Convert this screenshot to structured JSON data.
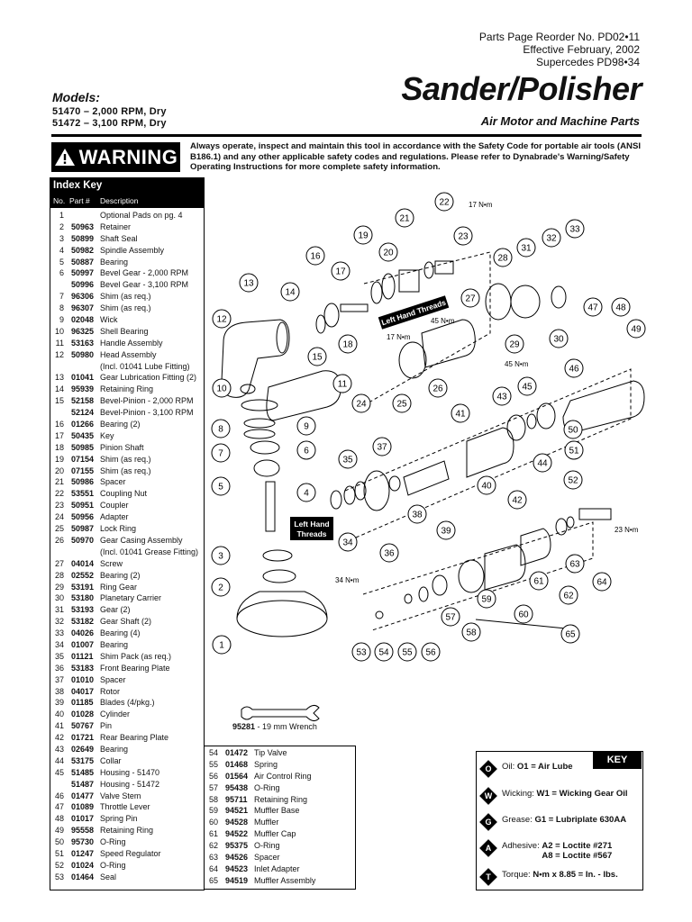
{
  "header": {
    "reorder": "Parts Page Reorder No. PD02•11",
    "effective": "Effective February, 2002",
    "supercedes": "Supercedes PD98•34",
    "models_label": "Models:",
    "model_1": "51470 – 2,000 RPM, Dry",
    "model_2": "51472 – 3,100 RPM, Dry",
    "title": "Sander/Polisher",
    "subtitle": "Air Motor and Machine Parts"
  },
  "warning": {
    "label": "WARNING",
    "text": "Always operate, inspect and maintain this tool in accordance with the Safety Code for portable air tools (ANSI B186.1) and any other applicable safety codes and regulations.  Please refer to Dynabrade's Warning/Safety Operating Instructions for more complete safety information."
  },
  "index_key": {
    "title": "Index Key",
    "col_no": "No.",
    "col_part": "Part #",
    "col_desc": "Description",
    "rows": [
      {
        "no": "1",
        "part": "",
        "desc": "Optional Pads on pg. 4"
      },
      {
        "no": "2",
        "part": "50963",
        "desc": "Retainer"
      },
      {
        "no": "3",
        "part": "50899",
        "desc": "Shaft Seal"
      },
      {
        "no": "4",
        "part": "50982",
        "desc": "Spindle Assembly"
      },
      {
        "no": "5",
        "part": "50887",
        "desc": "Bearing"
      },
      {
        "no": "6",
        "part": "50997",
        "desc": "Bevel Gear - 2,000 RPM"
      },
      {
        "no": "",
        "part": "50996",
        "desc": "Bevel Gear - 3,100 RPM"
      },
      {
        "no": "7",
        "part": "96306",
        "desc": "Shim (as req.)"
      },
      {
        "no": "8",
        "part": "96307",
        "desc": "Shim (as req.)"
      },
      {
        "no": "9",
        "part": "02048",
        "desc": "Wick"
      },
      {
        "no": "10",
        "part": "96325",
        "desc": "Shell Bearing"
      },
      {
        "no": "11",
        "part": "53163",
        "desc": "Handle Assembly"
      },
      {
        "no": "12",
        "part": "50980",
        "desc": "Head Assembly"
      },
      {
        "no": "",
        "part": "",
        "desc": "(Incl. 01041 Lube Fitting)"
      },
      {
        "no": "13",
        "part": "01041",
        "desc": "Gear Lubrication Fitting (2)"
      },
      {
        "no": "14",
        "part": "95939",
        "desc": "Retaining Ring"
      },
      {
        "no": "15",
        "part": "52158",
        "desc": "Bevel-Pinion - 2,000 RPM"
      },
      {
        "no": "",
        "part": "52124",
        "desc": "Bevel-Pinion - 3,100 RPM"
      },
      {
        "no": "16",
        "part": "01266",
        "desc": "Bearing (2)"
      },
      {
        "no": "17",
        "part": "50435",
        "desc": "Key"
      },
      {
        "no": "18",
        "part": "50985",
        "desc": "Pinion Shaft"
      },
      {
        "no": "19",
        "part": "07154",
        "desc": "Shim (as req.)"
      },
      {
        "no": "20",
        "part": "07155",
        "desc": "Shim (as req.)"
      },
      {
        "no": "21",
        "part": "50986",
        "desc": "Spacer"
      },
      {
        "no": "22",
        "part": "53551",
        "desc": "Coupling Nut"
      },
      {
        "no": "23",
        "part": "50951",
        "desc": "Coupler"
      },
      {
        "no": "24",
        "part": "50956",
        "desc": "Adapter"
      },
      {
        "no": "25",
        "part": "50987",
        "desc": "Lock Ring"
      },
      {
        "no": "26",
        "part": "50970",
        "desc": "Gear Casing Assembly"
      },
      {
        "no": "",
        "part": "",
        "desc": "(Incl. 01041 Grease Fitting)"
      },
      {
        "no": "27",
        "part": "04014",
        "desc": "Screw"
      },
      {
        "no": "28",
        "part": "02552",
        "desc": "Bearing (2)"
      },
      {
        "no": "29",
        "part": "53191",
        "desc": "Ring Gear"
      },
      {
        "no": "30",
        "part": "53180",
        "desc": "Planetary Carrier"
      },
      {
        "no": "31",
        "part": "53193",
        "desc": "Gear (2)"
      },
      {
        "no": "32",
        "part": "53182",
        "desc": "Gear Shaft (2)"
      },
      {
        "no": "33",
        "part": "04026",
        "desc": "Bearing   (4)"
      },
      {
        "no": "34",
        "part": "01007",
        "desc": "Bearing"
      },
      {
        "no": "35",
        "part": "01121",
        "desc": "Shim Pack (as req.)"
      },
      {
        "no": "36",
        "part": "53183",
        "desc": "Front Bearing Plate"
      },
      {
        "no": "37",
        "part": "01010",
        "desc": "Spacer"
      },
      {
        "no": "38",
        "part": "04017",
        "desc": "Rotor"
      },
      {
        "no": "39",
        "part": "01185",
        "desc": "Blades (4/pkg.)"
      },
      {
        "no": "40",
        "part": "01028",
        "desc": "Cylinder"
      },
      {
        "no": "41",
        "part": "50767",
        "desc": "Pin"
      },
      {
        "no": "42",
        "part": "01721",
        "desc": "Rear Bearing Plate"
      },
      {
        "no": "43",
        "part": "02649",
        "desc": "Bearing"
      },
      {
        "no": "44",
        "part": "53175",
        "desc": "Collar"
      },
      {
        "no": "45",
        "part": "51485",
        "desc": "Housing - 51470"
      },
      {
        "no": "",
        "part": "51487",
        "desc": "Housing - 51472"
      },
      {
        "no": "46",
        "part": "01477",
        "desc": "Valve Stem"
      },
      {
        "no": "47",
        "part": "01089",
        "desc": "Throttle Lever"
      },
      {
        "no": "48",
        "part": "01017",
        "desc": "Spring Pin"
      },
      {
        "no": "49",
        "part": "95558",
        "desc": "Retaining Ring"
      },
      {
        "no": "50",
        "part": "95730",
        "desc": "O-Ring"
      },
      {
        "no": "51",
        "part": "01247",
        "desc": "Speed Regulator"
      },
      {
        "no": "52",
        "part": "01024",
        "desc": "O-Ring"
      },
      {
        "no": "53",
        "part": "01464",
        "desc": "Seal"
      }
    ]
  },
  "index_key_2": {
    "rows": [
      {
        "no": "54",
        "part": "01472",
        "desc": "Tip Valve"
      },
      {
        "no": "55",
        "part": "01468",
        "desc": "Spring"
      },
      {
        "no": "56",
        "part": "01564",
        "desc": "Air Control Ring"
      },
      {
        "no": "57",
        "part": "95438",
        "desc": "O-Ring"
      },
      {
        "no": "58",
        "part": "95711",
        "desc": "Retaining Ring"
      },
      {
        "no": "59",
        "part": "94521",
        "desc": "Muffler Base"
      },
      {
        "no": "60",
        "part": "94528",
        "desc": "Muffler"
      },
      {
        "no": "61",
        "part": "94522",
        "desc": "Muffler Cap"
      },
      {
        "no": "62",
        "part": "95375",
        "desc": "O-Ring"
      },
      {
        "no": "63",
        "part": "94526",
        "desc": "Spacer"
      },
      {
        "no": "64",
        "part": "94523",
        "desc": "Inlet Adapter"
      },
      {
        "no": "65",
        "part": "94519",
        "desc": "Muffler Assembly"
      }
    ]
  },
  "diagram": {
    "wrench_part": "95281",
    "wrench_desc": "- 19 mm Wrench",
    "left_hand_threads": "Left Hand Threads",
    "left_hand_threads_a": "Left Hand",
    "left_hand_threads_b": "Threads",
    "torque_17": "17 N•m",
    "torque_45": "45 N•m",
    "torque_34": "34 N•m",
    "torque_23": "23 N•m"
  },
  "key": {
    "label": "KEY",
    "oil_symbol": "O",
    "oil_label": "Oil:",
    "oil_value": "O1 = Air Lube",
    "wick_symbol": "W",
    "wick_label": "Wicking:",
    "wick_value": "W1 = Wicking Gear Oil",
    "grease_symbol": "G",
    "grease_label": "Grease:",
    "grease_value": "G1 = Lubriplate 630AA",
    "adhesive_symbol": "A",
    "adhesive_label": "Adhesive:",
    "adhesive_value_1": "A2 = Loctite #271",
    "adhesive_value_2": "A8 = Loctite #567",
    "torque_symbol": "T",
    "torque_label": "Torque:",
    "torque_value": "N•m x 8.85 = In. - lbs."
  }
}
